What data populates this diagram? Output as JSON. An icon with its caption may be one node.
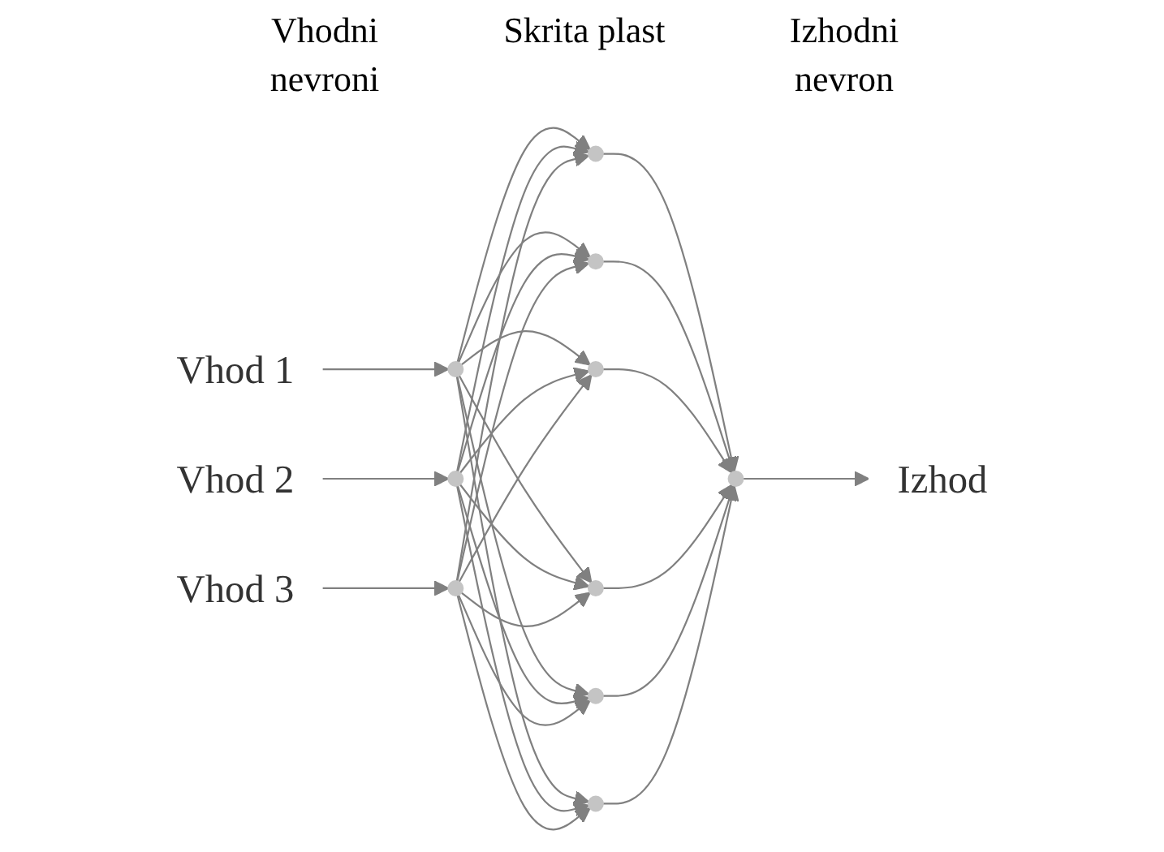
{
  "diagram": {
    "nodes": [
      {
        "text": [
          "Vhod 1"
        ]
      },
      {
        "text": [
          "Vhod 2"
        ]
      },
      {
        "text": [
          "Vhod 3"
        ]
      },
      {
        "text": [],
        "shape": "circle"
      },
      {
        "text": [],
        "shape": "circle"
      },
      {
        "text": [],
        "shape": "circle"
      },
      {
        "text": [],
        "shape": "circle"
      },
      {
        "text": [],
        "shape": "circle"
      },
      {
        "text": [],
        "shape": "circle"
      },
      {
        "text": [],
        "shape": "circle"
      },
      {
        "text": [],
        "shape": "circle"
      },
      {
        "text": [],
        "shape": "circle"
      },
      {
        "text": [],
        "shape": "circle"
      },
      {
        "text": [
          "Izhod"
        ]
      }
    ],
    "edges": [
      {
        "from": 0,
        "to": 3,
        "arrow": "to"
      },
      {
        "from": 1,
        "to": 4,
        "arrow": "to"
      },
      {
        "from": 2,
        "to": 5,
        "arrow": "to"
      },
      {
        "from": 3,
        "to": 6,
        "arrow": "to"
      },
      {
        "from": 3,
        "to": 7,
        "arrow": "to"
      },
      {
        "from": 3,
        "to": 8,
        "arrow": "to"
      },
      {
        "from": 3,
        "to": 9,
        "arrow": "to"
      },
      {
        "from": 3,
        "to": 10,
        "arrow": "to"
      },
      {
        "from": 3,
        "to": 11,
        "arrow": "to"
      },
      {
        "from": 4,
        "to": 6,
        "arrow": "to"
      },
      {
        "from": 4,
        "to": 7,
        "arrow": "to"
      },
      {
        "from": 4,
        "to": 8,
        "arrow": "to"
      },
      {
        "from": 4,
        "to": 9,
        "arrow": "to"
      },
      {
        "from": 4,
        "to": 10,
        "arrow": "to"
      },
      {
        "from": 4,
        "to": 11,
        "arrow": "to"
      },
      {
        "from": 5,
        "to": 6,
        "arrow": "to"
      },
      {
        "from": 5,
        "to": 7,
        "arrow": "to"
      },
      {
        "from": 5,
        "to": 8,
        "arrow": "to"
      },
      {
        "from": 5,
        "to": 9,
        "arrow": "to"
      },
      {
        "from": 5,
        "to": 10,
        "arrow": "to"
      },
      {
        "from": 5,
        "to": 11,
        "arrow": "to"
      },
      {
        "from": 6,
        "to": 12,
        "arrow": "to"
      },
      {
        "from": 7,
        "to": 12,
        "arrow": "to"
      },
      {
        "from": 8,
        "to": 12,
        "arrow": "to"
      },
      {
        "from": 9,
        "to": 12,
        "arrow": "to"
      },
      {
        "from": 10,
        "to": 12,
        "arrow": "to"
      },
      {
        "from": 11,
        "to": 12,
        "arrow": "to"
      },
      {
        "from": 12,
        "to": 13,
        "arrow": "to"
      }
    ],
    "labels": [
      "Vhodni nevroni",
      "Skrita plast",
      "Izhodni nevron"
    ]
  }
}
